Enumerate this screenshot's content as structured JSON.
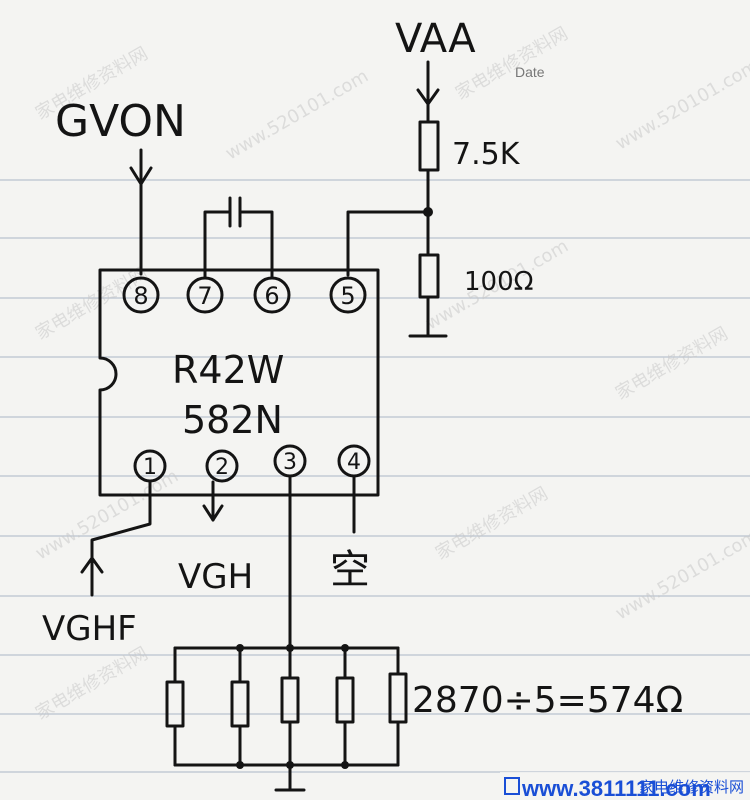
{
  "paper": {
    "date_label": "Date"
  },
  "labels": {
    "vaa": "VAA",
    "gvon": "GVON",
    "r_top": "7.5K",
    "r_bottom": "100Ω",
    "chip_line1": "R42W",
    "chip_line2": "582N",
    "vgh": "VGH",
    "vghf": "VGHF",
    "nc": "空",
    "equation": "2870÷5=574Ω"
  },
  "pins": [
    "8",
    "7",
    "6",
    "5",
    "1",
    "2",
    "3",
    "4"
  ],
  "watermark": {
    "text": "家电维修资料网",
    "site": "www.520101.com"
  },
  "footer": {
    "url": "www.3811111.com",
    "brand": "家电维修资料网"
  },
  "colors": {
    "ink": "#141414",
    "paper": "#f4f4f2",
    "rule": "#b9c2cf",
    "footer_url": "#1a4fd6",
    "footer_brand": "#1a4fd6"
  }
}
